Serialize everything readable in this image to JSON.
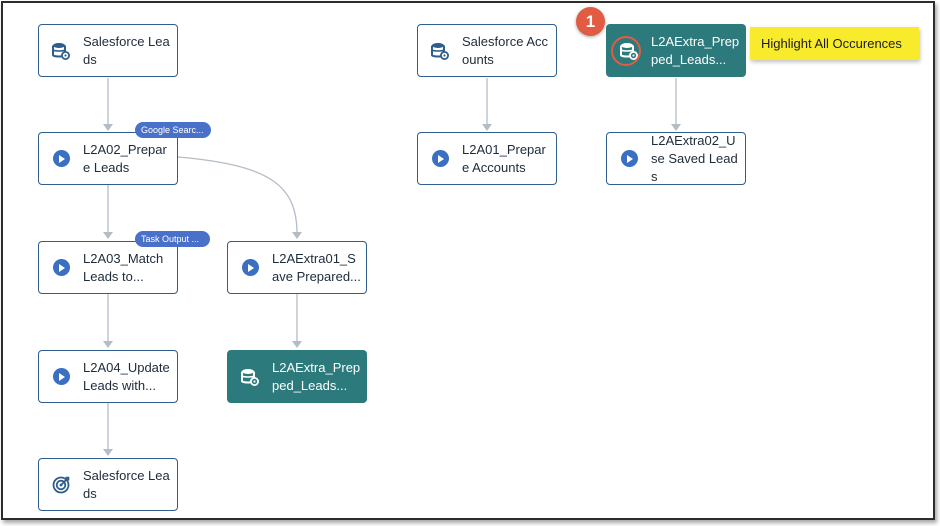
{
  "nodes": {
    "sf_leads_src": {
      "label": "Salesforce Leads",
      "icon": "database-gear-icon"
    },
    "prepare_leads": {
      "label": "L2A02_Prepare Leads",
      "icon": "play-icon",
      "badge": "Google Searc..."
    },
    "match_leads": {
      "label": "L2A03_Match Leads to...",
      "icon": "play-icon",
      "badge": "Task Output ..."
    },
    "update_leads": {
      "label": "L2A04_Update Leads with...",
      "icon": "play-icon"
    },
    "sf_leads_target": {
      "label": "Salesforce Leads",
      "icon": "target-icon"
    },
    "save_prepared": {
      "label": "L2AExtra01_Save Prepared...",
      "icon": "play-icon"
    },
    "prepped_leads_out": {
      "label": "L2AExtra_Prepped_Leads...",
      "icon": "database-gear-icon"
    },
    "sf_accounts_src": {
      "label": "Salesforce Accounts",
      "icon": "database-gear-icon"
    },
    "prepare_accounts": {
      "label": "L2A01_Prepare Accounts",
      "icon": "play-icon"
    },
    "prepped_leads_src": {
      "label": "L2AExtra_Prepped_Leads...",
      "icon": "database-gear-icon"
    },
    "use_saved": {
      "label": "L2AExtra02_Use Saved Leads",
      "icon": "play-icon"
    }
  },
  "tooltip": {
    "text": "Highlight All Occurences"
  },
  "step_marker": {
    "number": "1"
  },
  "colors": {
    "node_border": "#2f5d8c",
    "dataset_fill": "#2d7a7c",
    "badge": "#4a71c9",
    "play": "#3a6fc1",
    "marker": "#e25b43",
    "tooltip_bg": "#f7eb2b",
    "edge": "#b4bcc6"
  }
}
